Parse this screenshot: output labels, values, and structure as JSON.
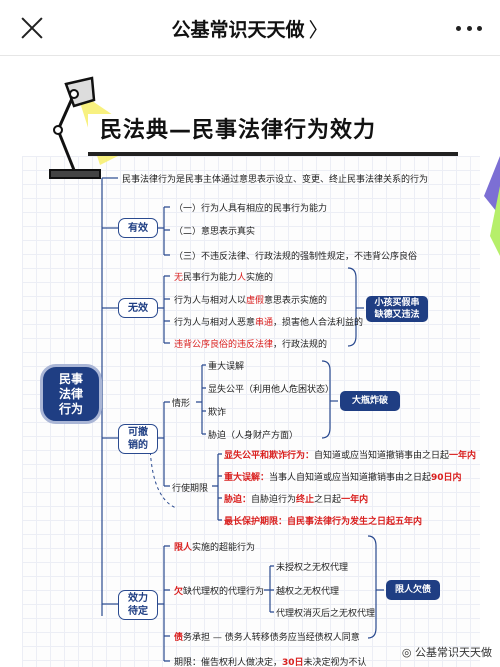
{
  "topbar": {
    "title": "公基常识天天做",
    "chevron": "〉",
    "close_icon": "close-icon",
    "more_icon": "more-dots-icon"
  },
  "article": {
    "heading": "民法典—民事法律行为效力",
    "root_label": [
      "民事",
      "法律",
      "行为"
    ],
    "definition": "民事法律行为是民事主体通过意思表示设立、变更、终止民事法律关系的行为",
    "valid": {
      "label": "有效",
      "items": [
        "（一）行为人具有相应的民事行为能力",
        "（二）意思表示真实",
        "（三）不违反法律、行政法规的强制性规定，不违背公序良俗"
      ]
    },
    "invalid": {
      "label": "无效",
      "items": [
        {
          "parts": [
            {
              "text": "无",
              "red": true
            },
            {
              "text": "民事行为能力",
              "red": false
            },
            {
              "text": "人",
              "red": true
            },
            {
              "text": "实施的",
              "red": false
            }
          ]
        },
        {
          "parts": [
            {
              "text": "行为人与相对人以",
              "red": false
            },
            {
              "text": "虚假",
              "red": true
            },
            {
              "text": "意思表示实施的",
              "red": false
            }
          ]
        },
        {
          "parts": [
            {
              "text": "行为人与相对人恶意",
              "red": false
            },
            {
              "text": "串通",
              "red": true
            },
            {
              "text": "，损害他人合法利益的",
              "red": false
            }
          ]
        },
        {
          "parts": [
            {
              "text": "违背公序良俗的违反法律",
              "red": true
            },
            {
              "text": "，行政法规的",
              "red": false
            }
          ]
        }
      ],
      "tag": [
        "小孩买假串",
        "缺德又违法"
      ]
    },
    "revocable": {
      "label": [
        "可撤",
        "销的"
      ],
      "circumstance_label": "情形",
      "circumstances": [
        "重大误解",
        "显失公平（利用他人危困状态）",
        "欺诈",
        "胁迫（人身财产方面）"
      ],
      "circumstance_tag": "大瓶炸破",
      "period_label": "行使期限",
      "periods": [
        {
          "parts": [
            {
              "text": "显失公平和欺诈行为：",
              "red": true
            },
            {
              "text": "自知道或应当知道撤销事由之日起",
              "red": false
            },
            {
              "text": "一年内",
              "red": true
            }
          ]
        },
        {
          "parts": [
            {
              "text": "重大误解：",
              "red": true
            },
            {
              "text": "当事人自知道或应当知道撤销事由之日起",
              "red": false
            },
            {
              "text": "90日内",
              "red": true
            }
          ]
        },
        {
          "parts": [
            {
              "text": "胁迫：",
              "red": true
            },
            {
              "text": "自胁迫行为",
              "red": false
            },
            {
              "text": "终止",
              "red": true
            },
            {
              "text": "之日起",
              "red": false
            },
            {
              "text": "一年内",
              "red": true
            }
          ]
        },
        {
          "parts": [
            {
              "text": "最长保护期限：自民事法律行为发生之日起五年内",
              "red": true
            }
          ]
        }
      ]
    },
    "pending": {
      "label": [
        "效力",
        "待定"
      ],
      "item1": [
        {
          "text": "限人",
          "red": true
        },
        {
          "text": "实施的超能行为",
          "red": false
        }
      ],
      "agency_label": [
        {
          "text": "欠",
          "red": true
        },
        {
          "text": "缺代理权的代理行为",
          "red": false
        }
      ],
      "agency_items": [
        "未授权之无权代理",
        "越权之无权代理",
        "代理权消灭后之无权代理"
      ],
      "debt": [
        {
          "text": "债",
          "red": true
        },
        {
          "text": "务承担 — 债务人转移债务应当经债权人同意",
          "red": false
        }
      ],
      "tag": "限人欠债",
      "period": [
        {
          "text": "期限：催告权利人做决定，",
          "red": false
        },
        {
          "text": "30日",
          "red": true
        },
        {
          "text": "未决定视为不认",
          "red": false
        }
      ]
    },
    "watermark": "公基常识天天做"
  }
}
